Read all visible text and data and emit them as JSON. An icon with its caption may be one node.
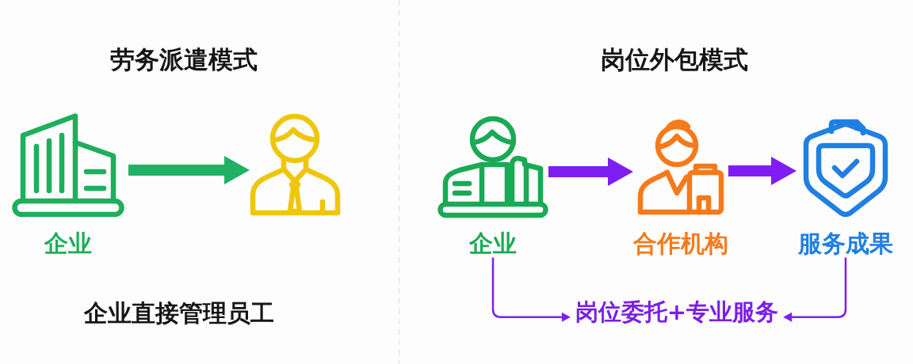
{
  "diagram": {
    "nodes": [
      {
        "text": [
          "企业"
        ]
      },
      {
        "text": [],
        "shape": "person"
      },
      {
        "text": [
          "企业"
        ]
      },
      {
        "text": [
          "合作机构"
        ]
      },
      {
        "text": [
          "服务成果"
        ]
      },
      {
        "text": [
          "岗位委托+专业服务"
        ]
      }
    ],
    "edges": [
      {
        "from": 0,
        "to": 1,
        "arrow": "to",
        "color": "#1fb265"
      },
      {
        "from": 2,
        "to": 3,
        "arrow": "to"
      },
      {
        "from": 3,
        "to": 4,
        "arrow": "to"
      },
      {
        "from": 2,
        "to": 5,
        "arrow": "to"
      },
      {
        "from": 4,
        "to": 5,
        "arrow": "to"
      }
    ],
    "labels": [
      "劳务派遣模式",
      "岗位外包模式",
      "企业直接管理员工"
    ]
  }
}
